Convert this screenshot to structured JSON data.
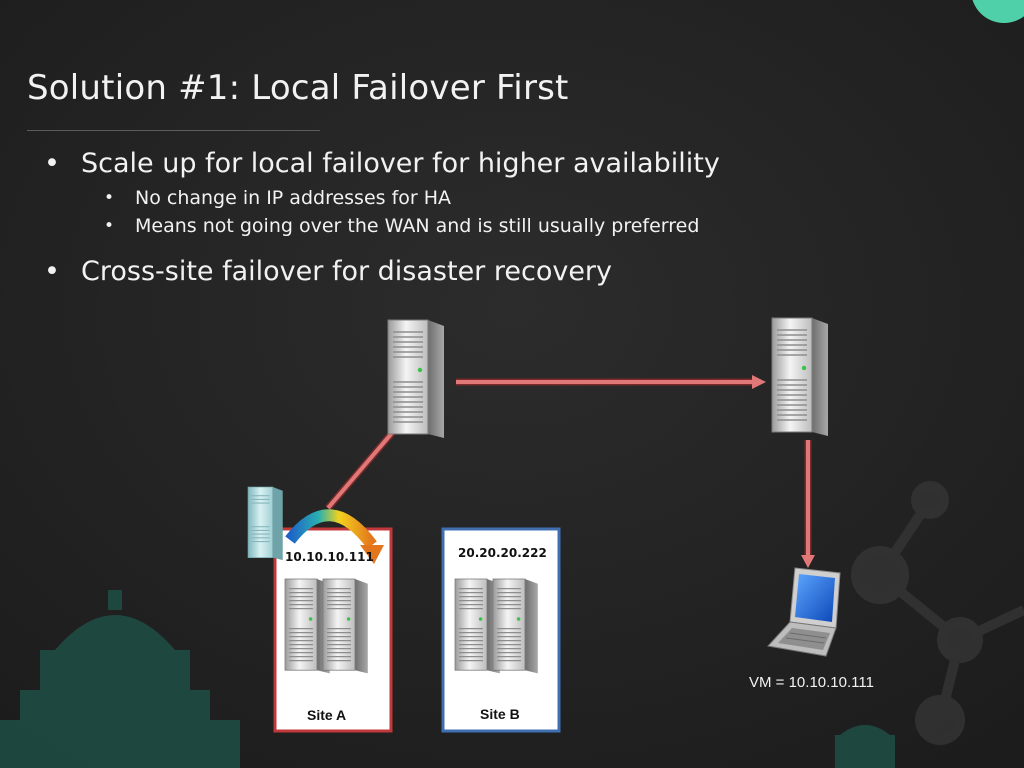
{
  "slide": {
    "title": "Solution #1: Local Failover First",
    "bullets": [
      {
        "text": "Scale up for local failover for higher availability",
        "sub": [
          "No change in IP addresses for HA",
          "Means not going over the WAN and is still usually preferred"
        ]
      },
      {
        "text": "Cross-site failover for disaster recovery"
      }
    ]
  },
  "diagram": {
    "site_a": {
      "label": "Site A",
      "ip": "10.10.10.111",
      "border_color": "#c0383a"
    },
    "site_b": {
      "label": "Site B",
      "ip": "20.20.20.222",
      "border_color": "#3f6fb0"
    },
    "vm": {
      "label": "VM = 10.10.10.111"
    },
    "icons": [
      "server-icon",
      "laptop-icon",
      "curved-arrow-icon"
    ],
    "arrow_color": "#e07878"
  },
  "colors": {
    "background": "#262626",
    "text": "#f2f2f2",
    "accent": "#4fd0a8"
  }
}
